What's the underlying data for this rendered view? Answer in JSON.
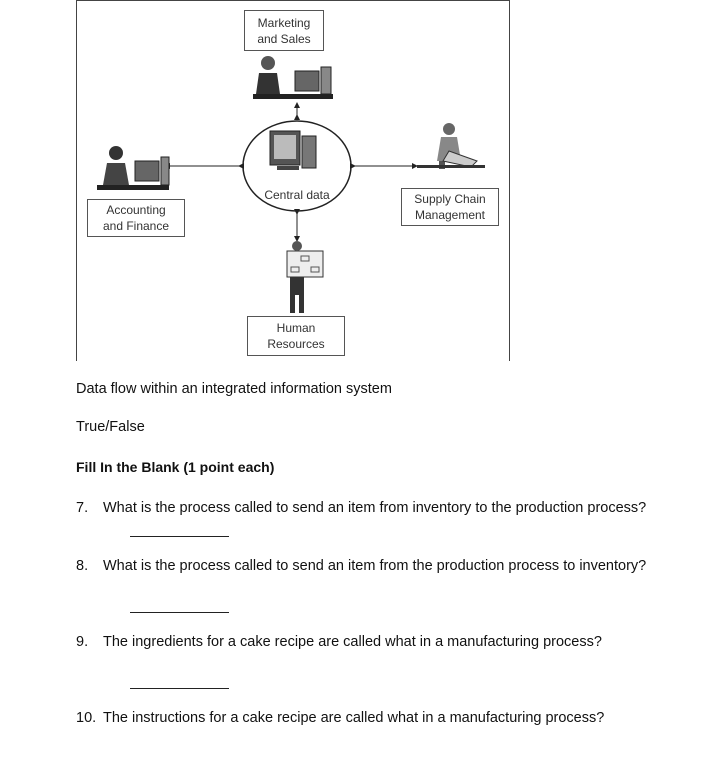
{
  "diagram": {
    "nodes": {
      "marketing": [
        "Marketing",
        "and Sales"
      ],
      "accounting": [
        "Accounting",
        "and Finance"
      ],
      "supply": [
        "Supply Chain",
        "Management"
      ],
      "hr": [
        "Human",
        "Resources"
      ],
      "center": "Central data"
    }
  },
  "caption": "Data flow within an integrated information system",
  "answer_type": "True/False",
  "section_title": "Fill In the Blank (1 point each)",
  "questions": [
    {
      "num": "7.",
      "text": "What is the process called to send an item from inventory to the production process?"
    },
    {
      "num": "8.",
      "text": "What is the process called to send an item from the production process to inventory?"
    },
    {
      "num": "9.",
      "text": "The ingredients for a cake recipe are called what in a manufacturing process?"
    },
    {
      "num": "10.",
      "text": "The instructions for a cake recipe are called what in a manufacturing process?"
    }
  ]
}
